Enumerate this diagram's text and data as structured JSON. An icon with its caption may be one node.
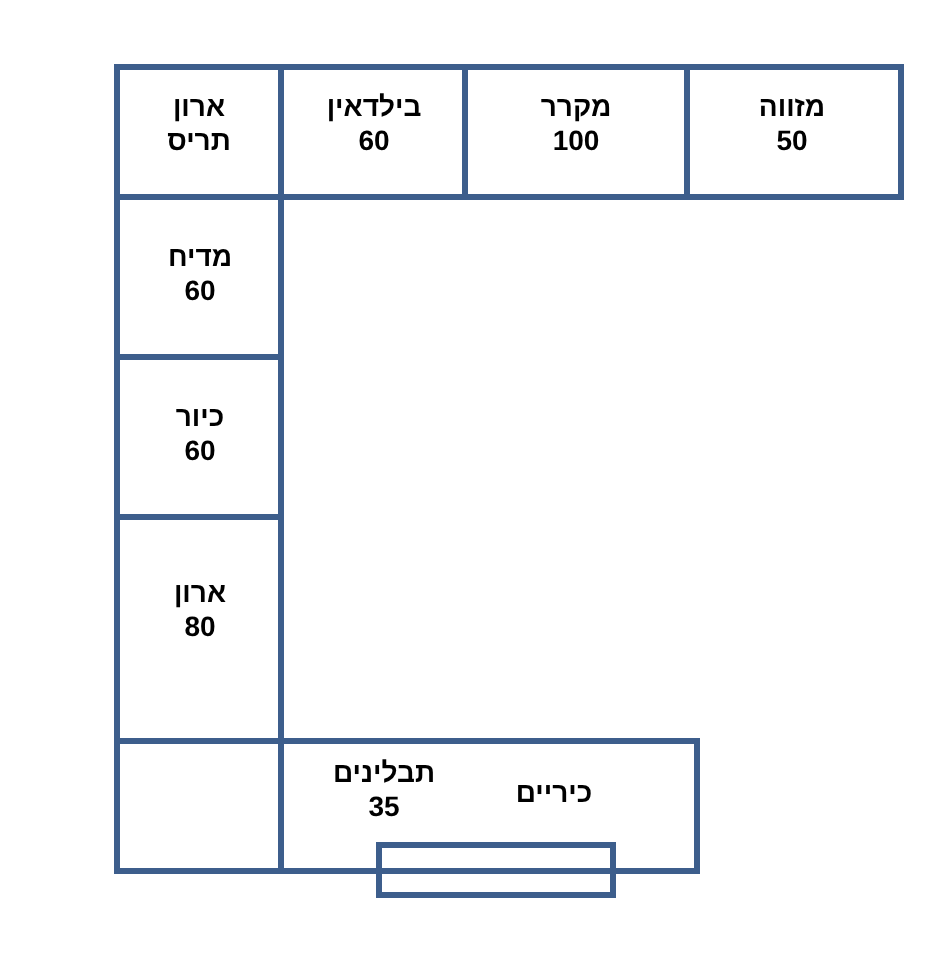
{
  "diagram": {
    "nodes": [
      {
        "text": [
          "ארון תריס"
        ]
      },
      {
        "text": [
          "בילדאין 60"
        ]
      },
      {
        "text": [
          "מקרר 100"
        ]
      },
      {
        "text": [
          "מזווה 50"
        ]
      },
      {
        "text": [
          "מדיח 60"
        ]
      },
      {
        "text": [
          "כיור 60"
        ]
      },
      {
        "text": [
          "ארון 80"
        ]
      },
      {
        "text": [],
        "shape": "box"
      },
      {
        "text": [
          "כיריים",
          "תבלינים 35"
        ]
      },
      {
        "text": [],
        "shape": "box"
      }
    ]
  }
}
